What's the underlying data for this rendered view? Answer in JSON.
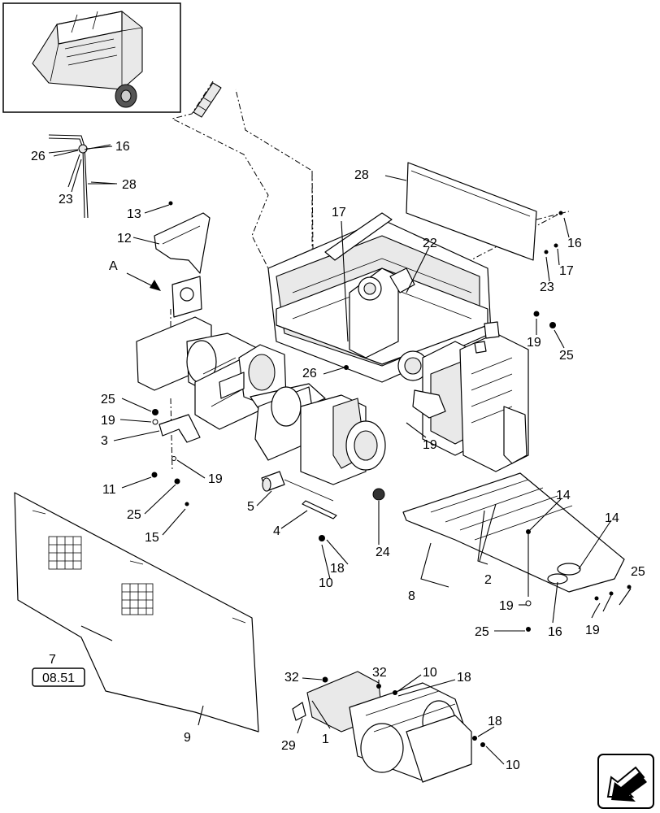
{
  "callouts": {
    "c1": "1",
    "c2": "2",
    "c3": "3",
    "c4": "4",
    "c5": "5",
    "c7": "7",
    "c8": "8",
    "c9": "9",
    "c10a": "10",
    "c10b": "10",
    "c10c": "10",
    "c11": "11",
    "c12": "12",
    "c13": "13",
    "c14a": "14",
    "c14b": "14",
    "c15": "15",
    "c16a": "16",
    "c16b": "16",
    "c16c": "16",
    "c17a": "17",
    "c17b": "17",
    "c18a": "18",
    "c18b": "18",
    "c18c": "18",
    "c19a": "19",
    "c19b": "19",
    "c19c": "19",
    "c19d": "19",
    "c19e": "19",
    "c19f": "19",
    "c22": "22",
    "c23a": "23",
    "c23b": "23",
    "c24": "24",
    "c25a": "25",
    "c25b": "25",
    "c25c": "25",
    "c25d": "25",
    "c25e": "25",
    "c26a": "26",
    "c26b": "26",
    "c28a": "28",
    "c28b": "28",
    "c29": "29",
    "c32a": "32",
    "c32b": "32",
    "view_a": "A",
    "ref_box": "08.51"
  },
  "icons": {
    "nav": "next-page-arrow-icon",
    "thumbnail": "baler-overview-icon"
  }
}
